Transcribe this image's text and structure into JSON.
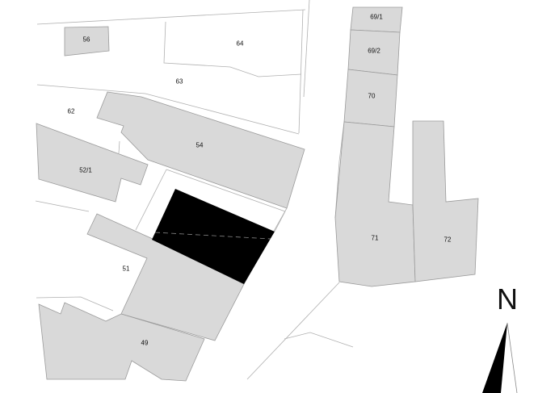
{
  "map": {
    "parcels": [
      {
        "id": "56",
        "label": "56"
      },
      {
        "id": "64",
        "label": "64"
      },
      {
        "id": "63",
        "label": "63"
      },
      {
        "id": "62",
        "label": "62"
      },
      {
        "id": "54",
        "label": "54"
      },
      {
        "id": "52-1",
        "label": "52/1"
      },
      {
        "id": "51",
        "label": "51"
      },
      {
        "id": "49",
        "label": "49"
      },
      {
        "id": "69-1",
        "label": "69/1"
      },
      {
        "id": "69-2",
        "label": "69/2"
      },
      {
        "id": "70",
        "label": "70"
      },
      {
        "id": "71",
        "label": "71"
      },
      {
        "id": "72",
        "label": "72"
      }
    ],
    "north_label": "N",
    "colors": {
      "parcel_fill": "#d9d9d9",
      "highlight": "#000000",
      "line": "#b0b0b0"
    }
  }
}
